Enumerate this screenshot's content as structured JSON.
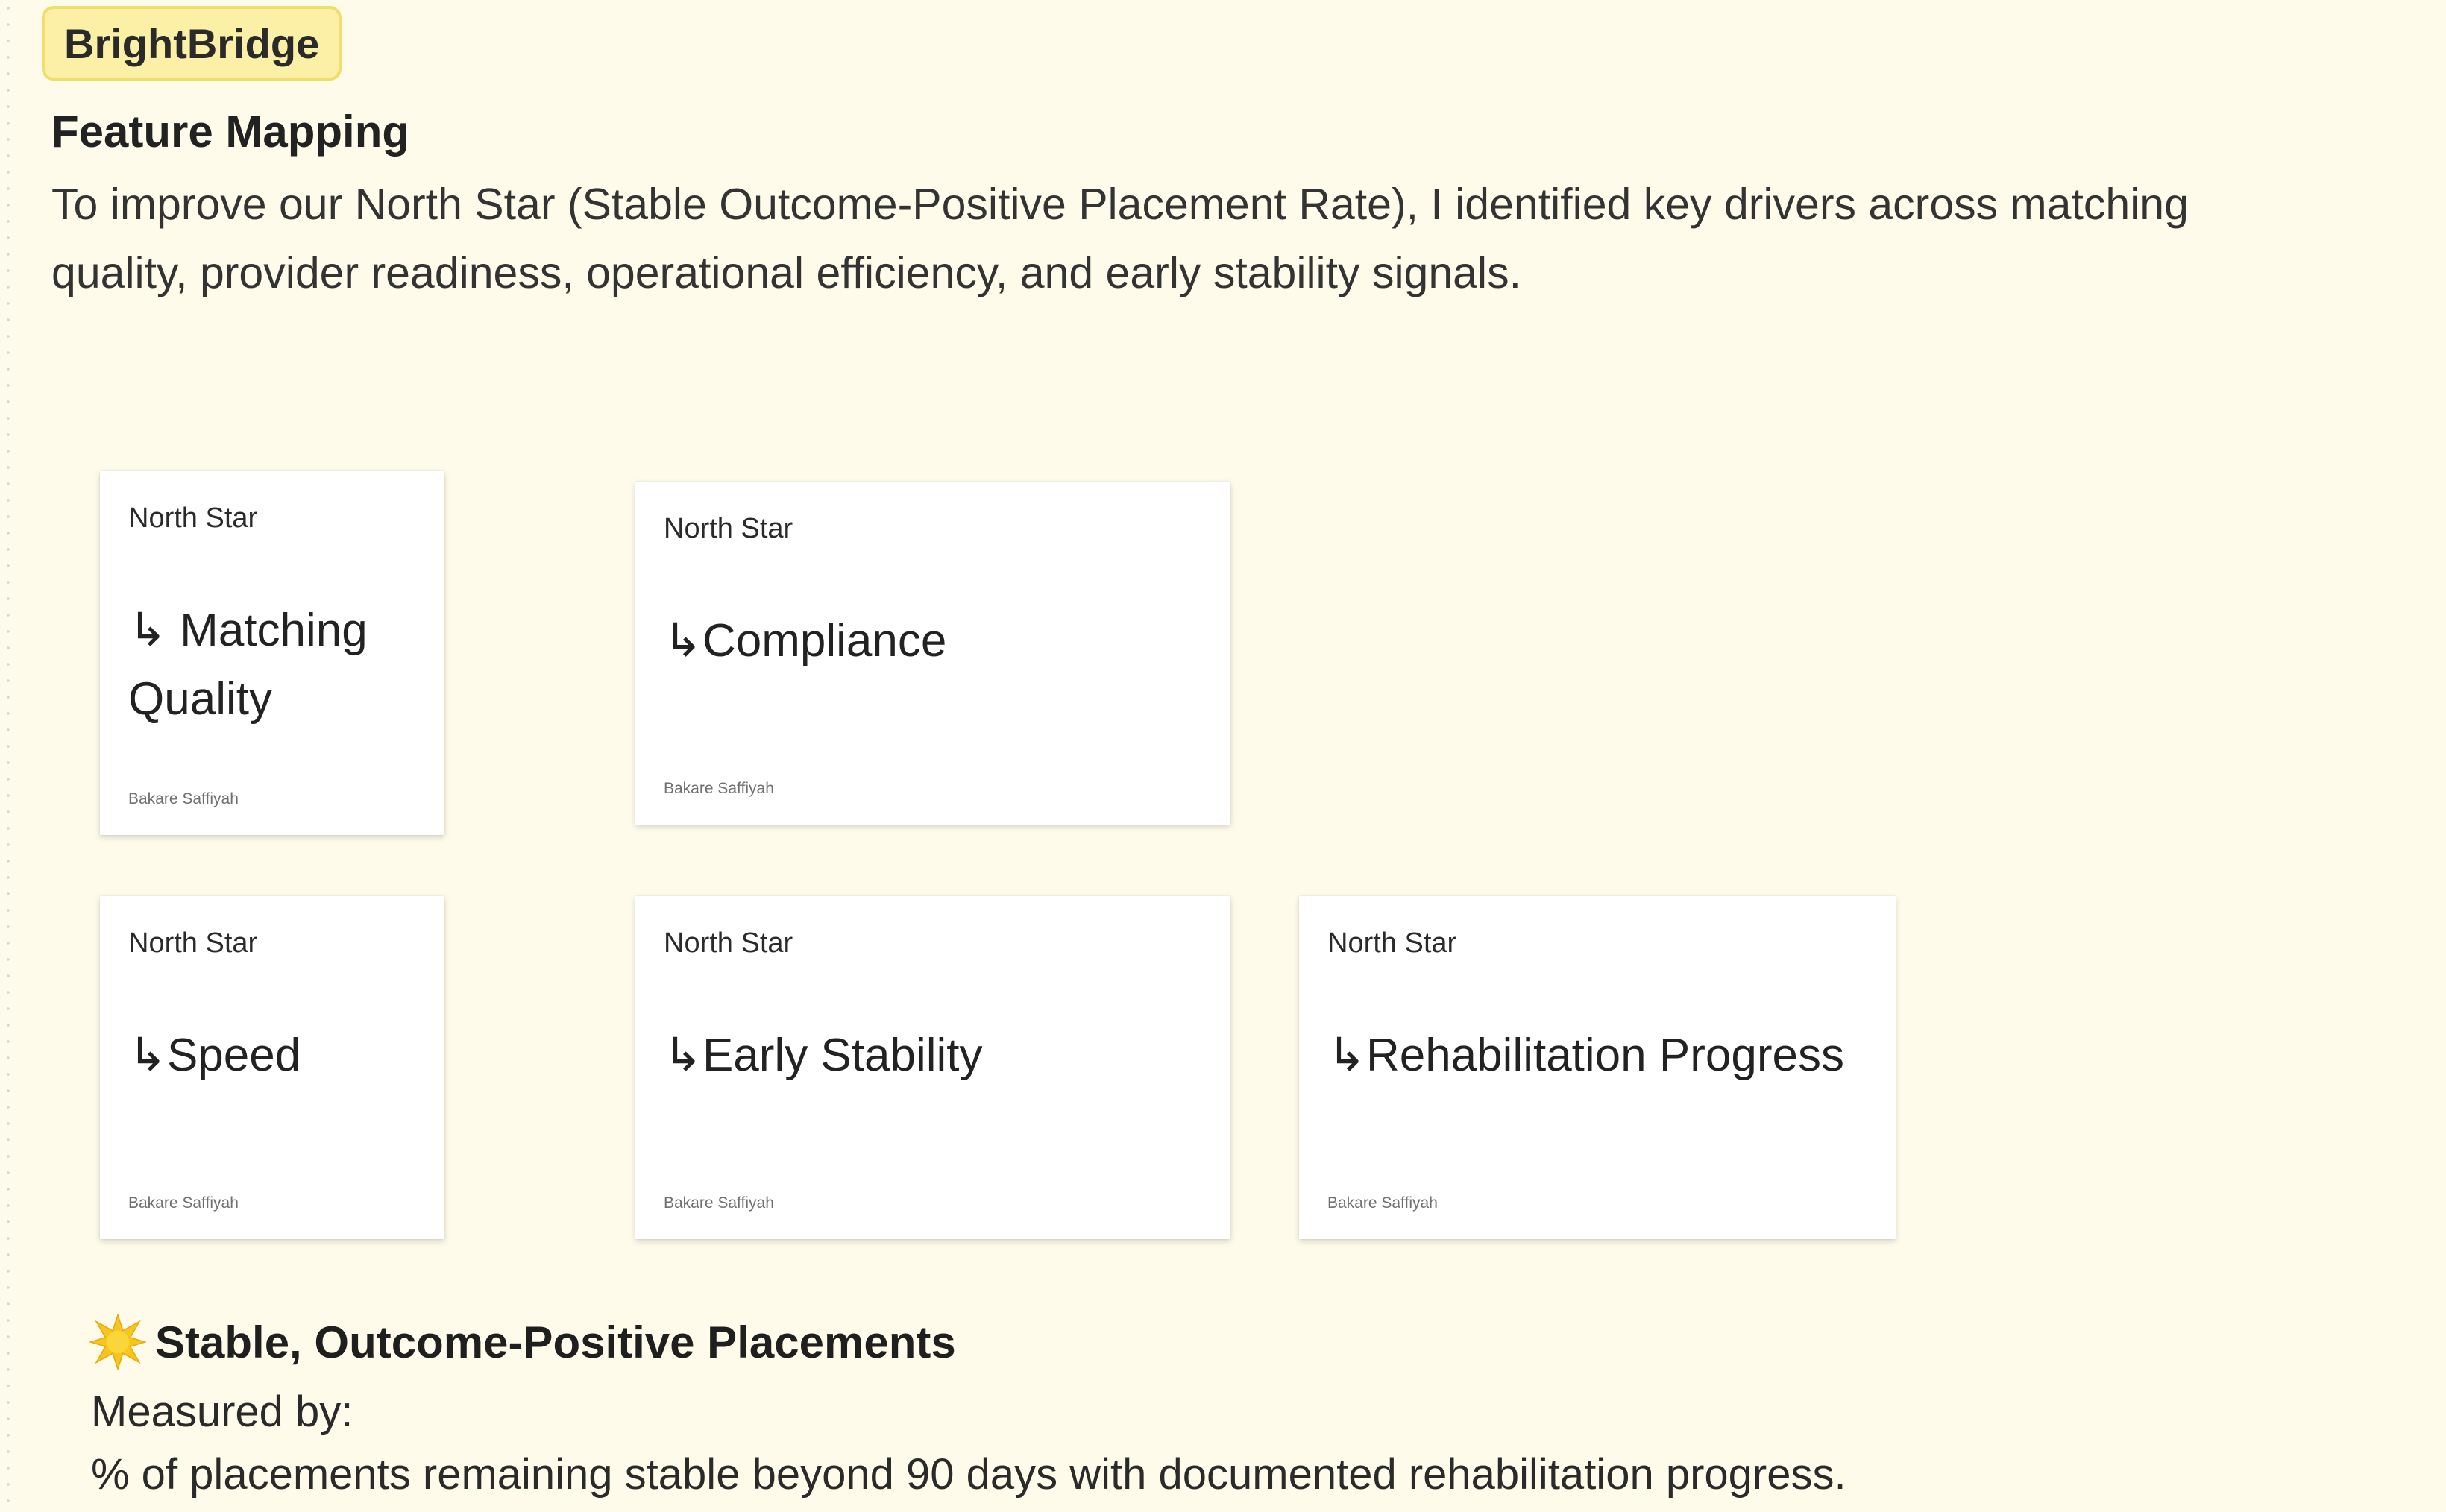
{
  "tag": {
    "label": "BrightBridge"
  },
  "section": {
    "title": "Feature Mapping",
    "intro": "To improve our North Star (Stable Outcome-Positive Placement Rate), I identified key drivers across matching quality, provider readiness, operational efficiency, and early stability signals."
  },
  "cards": [
    {
      "kicker": "North Star",
      "title": "↳ Matching Quality",
      "author": "Bakare Saffiyah"
    },
    {
      "kicker": "North Star",
      "title": "↳Compliance",
      "author": "Bakare Saffiyah"
    },
    {
      "kicker": "North Star",
      "title": "↳Speed",
      "author": "Bakare Saffiyah"
    },
    {
      "kicker": "North Star",
      "title": "↳Early Stability",
      "author": "Bakare Saffiyah"
    },
    {
      "kicker": "North Star",
      "title": "↳Rehabilitation Progress",
      "author": "Bakare Saffiyah"
    }
  ],
  "north_star": {
    "icon": "sparkle-star-icon",
    "heading": "Stable, Outcome-Positive Placements",
    "measured_label": "Measured by:",
    "metric": "% of placements remaining stable beyond 90 days with documented rehabilitation progress."
  },
  "colors": {
    "canvas": "#fefbea",
    "tag_fill": "#fbf0a6",
    "tag_border": "#f0dd6a",
    "card": "#ffffff",
    "star": "#f7c51b"
  }
}
